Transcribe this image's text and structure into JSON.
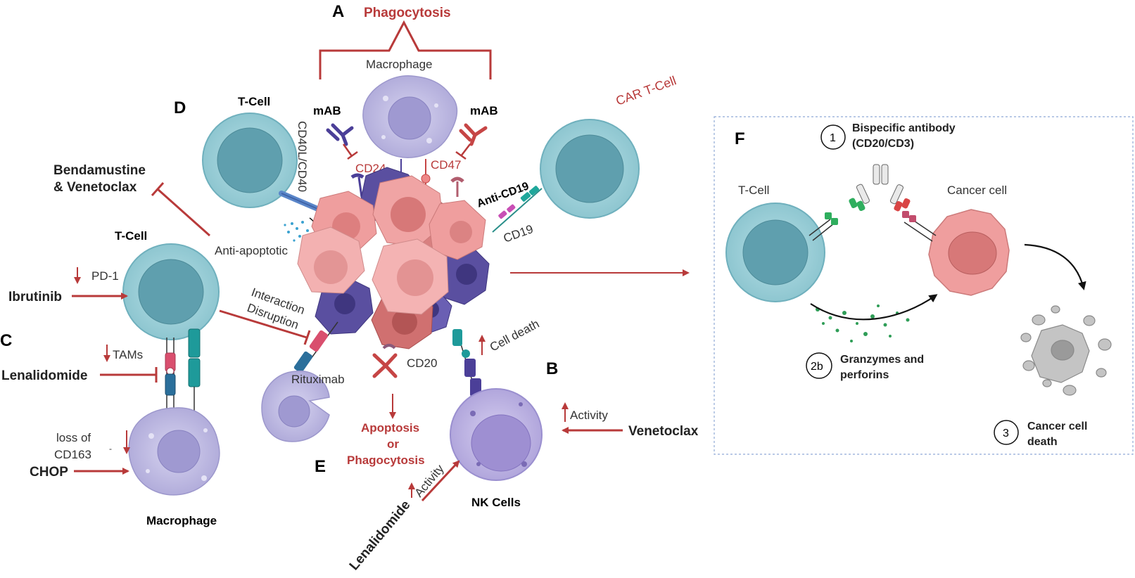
{
  "panels": {
    "a": "A",
    "b": "B",
    "c": "C",
    "d": "D",
    "e": "E",
    "f": "F"
  },
  "top": {
    "phagocytosis": "Phagocytosis",
    "macrophage": "Macrophage"
  },
  "d_section": {
    "t_cell": "T-Cell",
    "mab_left": "mAB",
    "mab_right": "mAB",
    "cd40": "CD40L/CD40",
    "cd24": "CD24",
    "cd47": "CD47",
    "anti_apoptotic": "Anti-apoptotic"
  },
  "car": {
    "title": "CAR T-Cell",
    "anti_cd19": "Anti-CD19",
    "cd19": "CD19"
  },
  "left": {
    "bendamustine_1": "Bendamustine",
    "bendamustine_2": "& Venetoclax",
    "t_cell": "T-Cell",
    "pd1": "PD-1",
    "ibrutinib": "Ibrutinib",
    "interaction_1": "Interaction",
    "interaction_2": "Disruption",
    "tams": "TAMs",
    "lenalidomide": "Lenalidomide",
    "loss_of": "loss of",
    "cd163": "CD163",
    "cd163_sup": "-",
    "chop": "CHOP",
    "macrophage": "Macrophage"
  },
  "center": {
    "rituximab": "Rituximab",
    "cd20": "CD20",
    "cell_death": "Cell death",
    "apoptosis_1": "Apoptosis",
    "apoptosis_2": "or",
    "apoptosis_3": "Phagocytosis"
  },
  "nk": {
    "activity": "Activity",
    "venetoclax": "Venetoclax",
    "nk_cells": "NK Cells",
    "lenalidomide": "Lenalidomide",
    "activity2": "Activity"
  },
  "f_panel": {
    "step1_num": "1",
    "step1_1": "Bispecific antibody",
    "step1_2": "(CD20/CD3)",
    "t_cell": "T-Cell",
    "cancer_cell": "Cancer cell",
    "step2_num": "2b",
    "step2_1": "Granzymes and",
    "step2_2": "perforins",
    "step3_num": "3",
    "step3_1": "Cancer cell",
    "step3_2": "death"
  },
  "colors": {
    "accent_red": "#b83a3a",
    "t_cell": "#9ccfd8",
    "t_cell_nucleus": "#5f9fae",
    "macrophage": "#c7c3e6",
    "cancer_pink": "#ea9a9a",
    "cancer_purple": "#5a4fa0",
    "dead_cell": "#bdbdbd"
  }
}
